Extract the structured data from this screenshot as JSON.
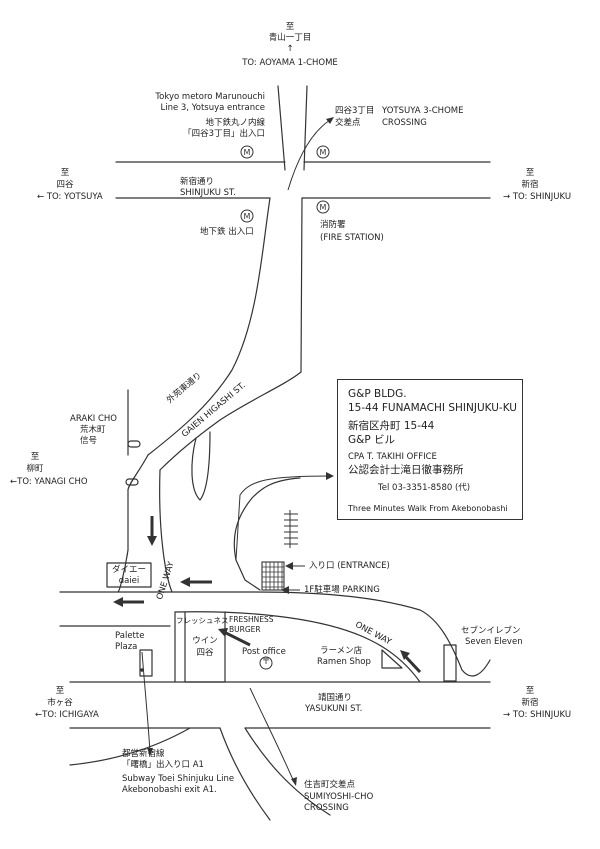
{
  "labels": {
    "aoyama": {
      "jp": "至\n青山一丁目",
      "arrow": "↑",
      "en": "TO: AOYAMA 1-CHOME"
    },
    "metro_entrance": {
      "en1": "Tokyo metoro Marunouchi",
      "en2": "Line 3, Yotsuya entrance",
      "jp1": "地下鉄丸ノ内線",
      "jp2": "「四谷3丁目」出入口"
    },
    "yotsuya_crossing": {
      "jp1": "四谷3丁目",
      "jp2": "交差点",
      "en1": "YOTSUYA 3-CHOME",
      "en2": "CROSSING"
    },
    "to_yotsuya": {
      "jp1": "至",
      "jp2": "四谷",
      "en": "← TO: YOTSUYA"
    },
    "shinjuku_st": {
      "jp": "新宿通り",
      "en": "SHINJUKU ST."
    },
    "to_shinjuku_top": {
      "jp1": "至",
      "jp2": "新宿",
      "en": "→ TO: SHINJUKU"
    },
    "subway_exit": "地下鉄 出入口",
    "fire_station": {
      "jp": "消防署",
      "en": "(FIRE STATION)"
    },
    "gaien": {
      "jp": "外苑東通り",
      "en": "GAIEN HIGASHI ST."
    },
    "araki": {
      "en": "ARAKI CHO",
      "jp1": "荒木町",
      "jp2": "信号"
    },
    "to_yanagi": {
      "jp1": "至",
      "jp2": "柳町",
      "en": "←TO: YANAGI CHO"
    },
    "entrance": "入り口 (ENTRANCE)",
    "parking": "1F駐車場 PARKING",
    "daiei": {
      "jp": "ダイエー",
      "en": "daiei"
    },
    "one_way_1": "ONE WAY",
    "one_way_2": "ONE WAY",
    "freshness": {
      "jp": "フレッシュネス",
      "en1": "FRESHNESS",
      "en2": "BURGER"
    },
    "win": {
      "jp1": "ウイン",
      "jp2": "四谷"
    },
    "post_office": {
      "en": "Post office",
      "mark": "〒"
    },
    "ramen": {
      "jp": "ラーメン店",
      "en": "Ramen Shop"
    },
    "seven": {
      "jp": "セブンイレブン",
      "en": "Seven Eleven"
    },
    "palette": {
      "en1": "Palette",
      "en2": "Plaza"
    },
    "to_ichigaya": {
      "jp1": "至",
      "jp2": "市ヶ谷",
      "en": "←TO: ICHIGAYA"
    },
    "yasukuni": {
      "jp": "靖国通り",
      "en": "YASUKUNI ST."
    },
    "to_shinjuku_bottom": {
      "jp1": "至",
      "jp2": "新宿",
      "en": "→ TO: SHINJUKU"
    },
    "toei": {
      "jp1": "都営新宿線",
      "jp2": "「曙橋」出入り口 A1",
      "en1": "Subway Toei Shinjuku Line",
      "en2": "Akebonobashi exit A1."
    },
    "sumiyoshi": {
      "jp": "住吉町交差点",
      "en1": "SUMIYOSHI-CHO",
      "en2": "CROSSING"
    }
  },
  "info": {
    "line1": "G&P BLDG.",
    "line2": "15-44 FUNAMACHI SHINJUKU-KU",
    "line3": "新宿区舟町 15-44",
    "line4": "G&P ビル",
    "line5": "CPA T. TAKIHI OFFICE",
    "line6": "公認会計士滝日徹事務所",
    "line7": "Tel  03-3351-8580 (代)",
    "line8": "Three Minutes Walk From Akebonobashi"
  },
  "colors": {
    "road": "#333333",
    "ink": "#222222"
  }
}
